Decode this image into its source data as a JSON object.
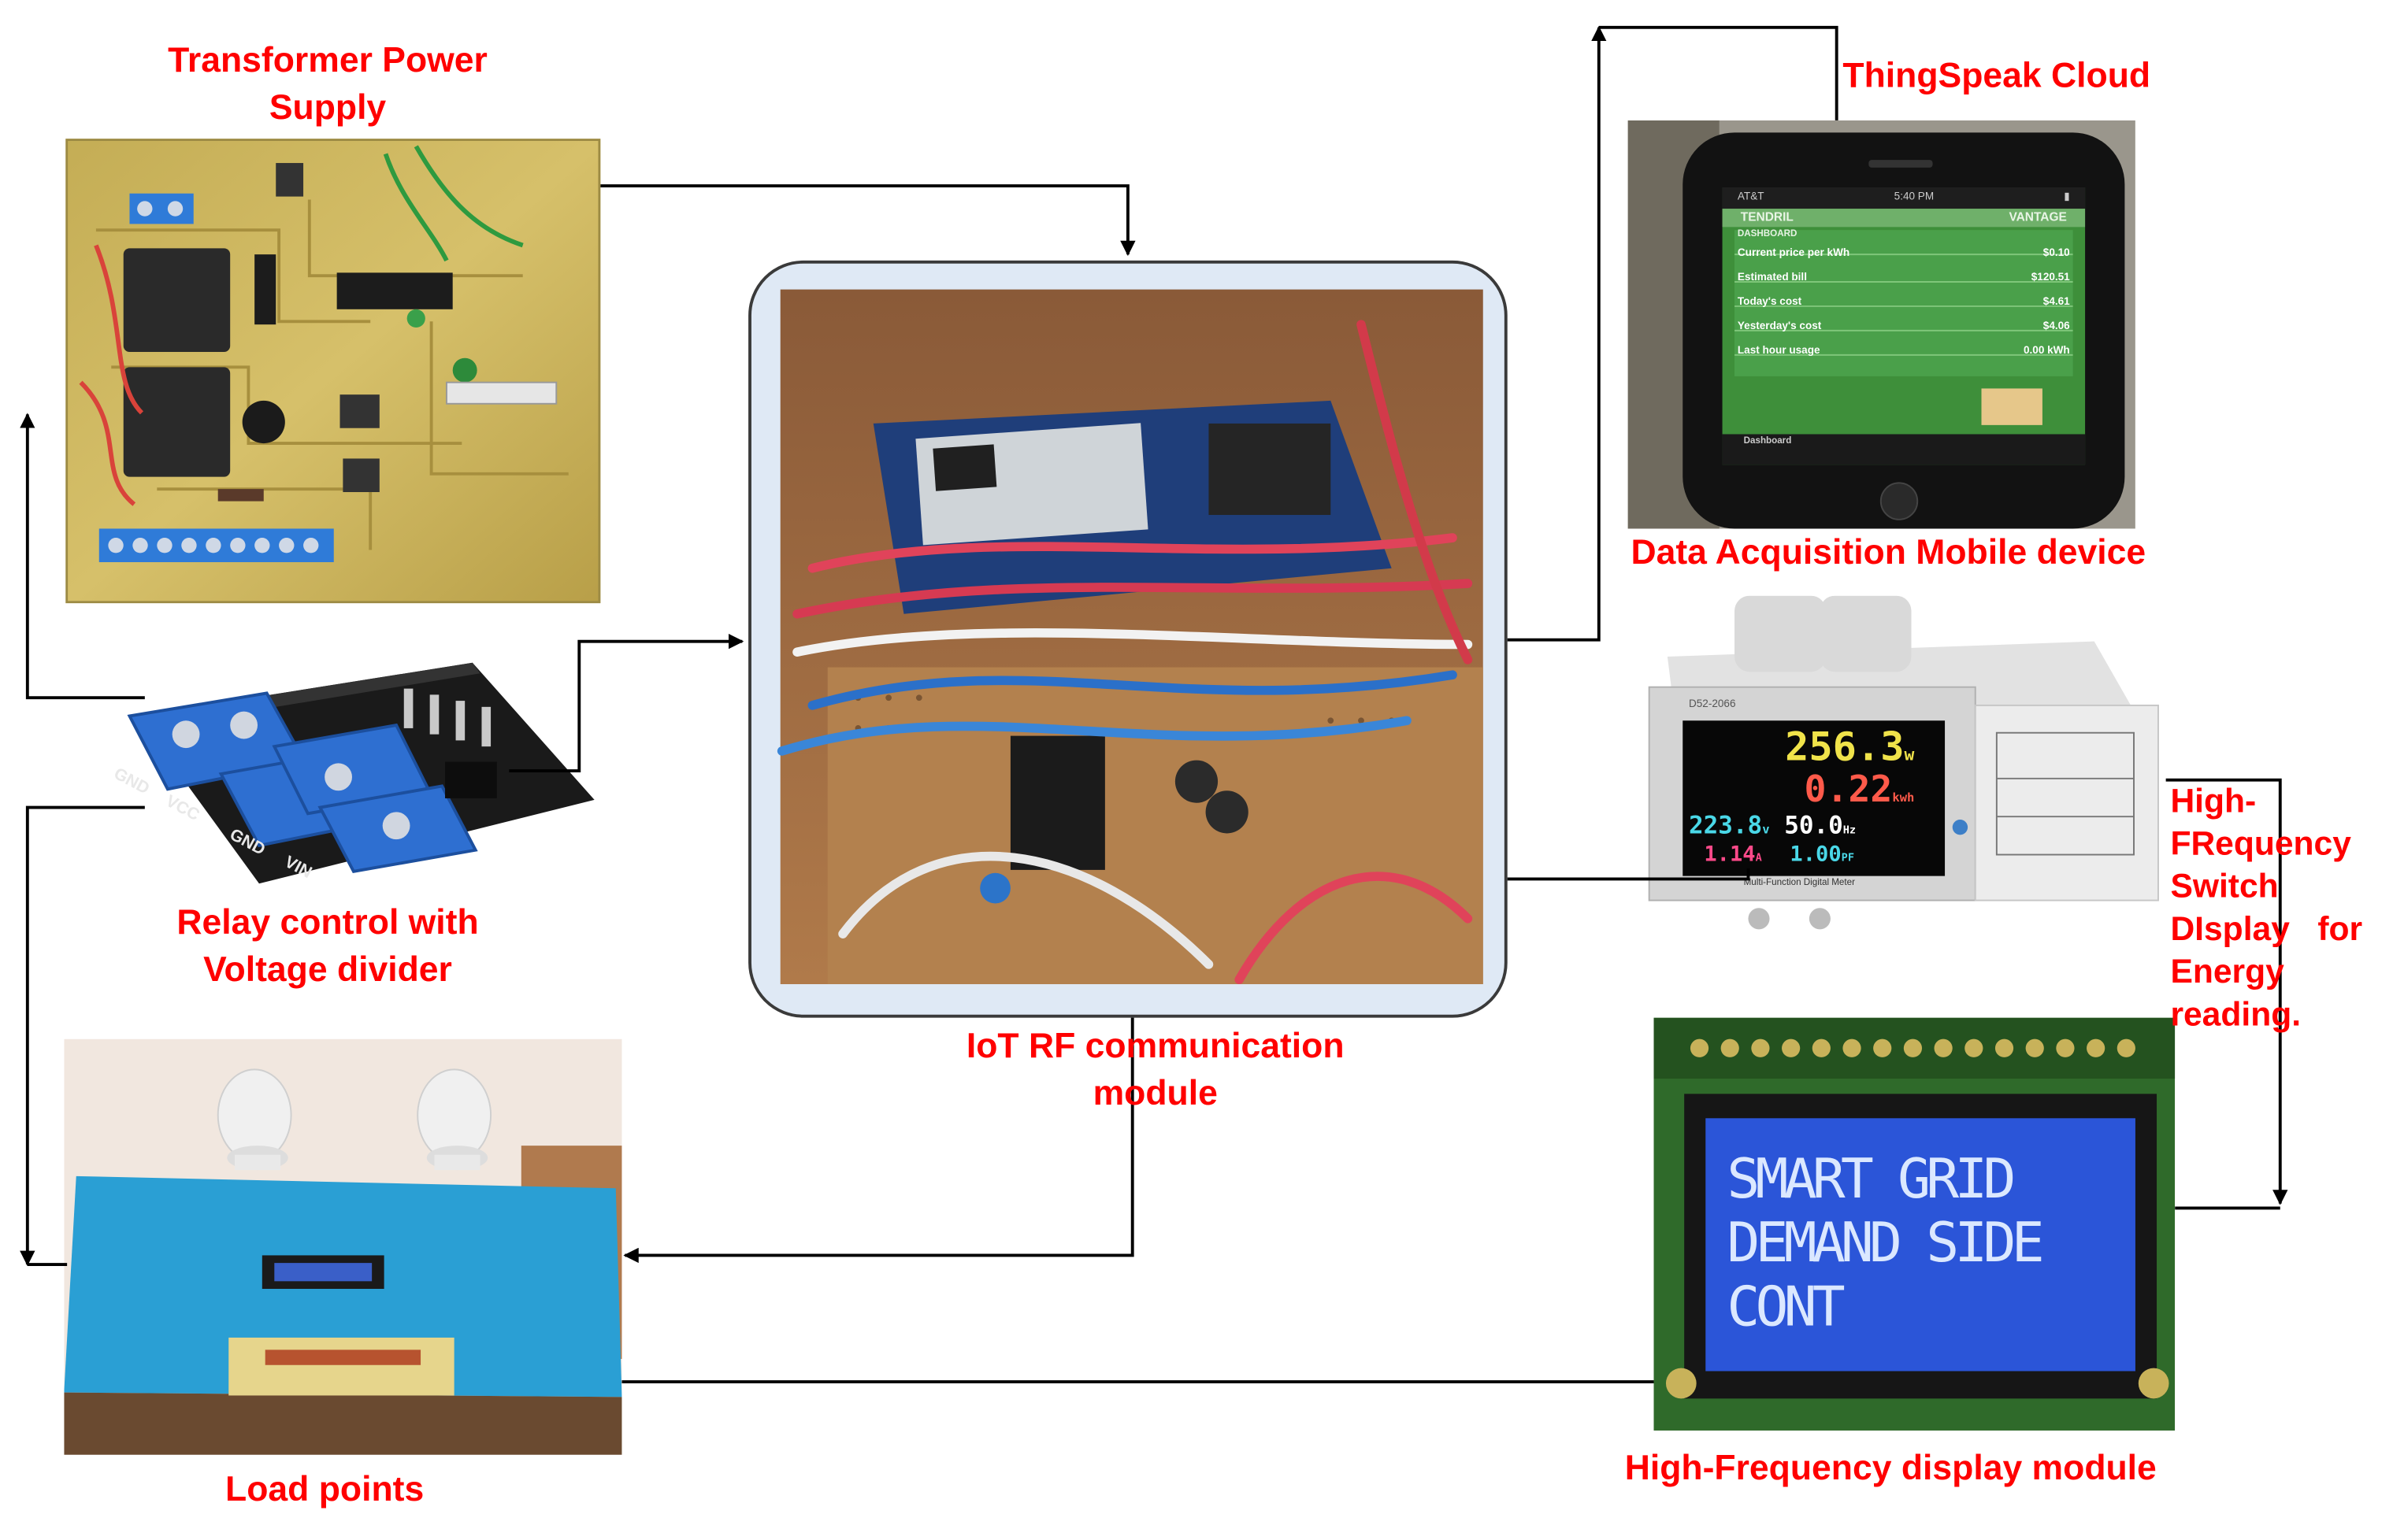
{
  "diagram": {
    "labels": {
      "transformer": "Transformer Power Supply",
      "transformer_line1": "Transformer Power",
      "transformer_line2": "Supply",
      "thingspeak": "ThingSpeak Cloud",
      "mobile": "Data Acquisition Mobile device",
      "relay_line1": "Relay control with",
      "relay_line2": "Voltage divider",
      "iot_line1": "IoT RF communication",
      "iot_line2": "module",
      "hf_switch_lines": [
        "High-",
        "FRequency",
        "Switch",
        "DIsplay   for",
        "Energy",
        "reading."
      ],
      "load": "Load points",
      "hf_display": "High-Frequency display module"
    },
    "phone_screen": {
      "status": "AT&T",
      "time": "5:40 PM",
      "app": "TENDRIL",
      "tab": "VANTAGE",
      "section": "DASHBOARD",
      "rows": [
        {
          "label": "Current price per kWh",
          "value": "$0.10"
        },
        {
          "label": "Estimated bill",
          "value": "$120.51"
        },
        {
          "label": "Today's cost",
          "value": "$4.61"
        },
        {
          "label": "Yesterday's cost",
          "value": "$4.06"
        },
        {
          "label": "Last hour usage",
          "value": "0.00 kWh"
        }
      ],
      "nav": "Dashboard"
    },
    "meter": {
      "model": "D52-2066",
      "power": "256.3",
      "power_unit": "w",
      "energy": "0.22",
      "energy_unit": "kwh",
      "voltage": "223.8",
      "voltage_unit": "v",
      "frequency": "50.0",
      "frequency_unit": "Hz",
      "current": "1.14",
      "current_unit": "A",
      "pf": "1.00",
      "pf_unit": "PF",
      "caption": "Multi-Function Digital Meter"
    },
    "lcd": {
      "line1": "SMART GRID",
      "line2": "DEMAND SIDE CONT"
    },
    "relay_board": {
      "terminals": [
        "GND",
        "VCC",
        "GND",
        "VIN"
      ]
    },
    "colors": {
      "label": "#ff0000",
      "arrow": "#000000",
      "module_frame": "#dfe9f5",
      "pcb": "#c9b35a",
      "relay_pcb": "#1a1a1a",
      "terminal": "#2e6fd1",
      "load_board": "#2a9fd4",
      "lcd_back": "#2b55d8",
      "lcd_text": "#dbe8ff",
      "phone_screen": "#3e8f3a"
    }
  }
}
